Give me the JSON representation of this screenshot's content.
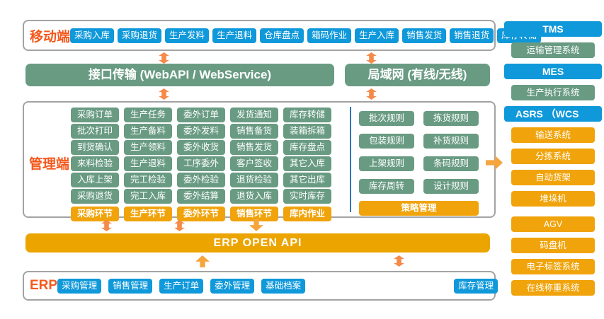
{
  "mobile": {
    "label": "移动端",
    "buttons": [
      "采购入库",
      "采购退货",
      "生产发料",
      "生产退料",
      "仓库盘点",
      "箱码作业",
      "生产入库",
      "销售发货",
      "销售退货",
      "库存转储"
    ]
  },
  "transport": {
    "api_bar": "接口传输 (WebAPI / WebService)",
    "lan_bar": "局域网 (有线/无线)"
  },
  "management": {
    "label": "管理端",
    "columns": [
      {
        "items": [
          "采购订单",
          "批次打印",
          "到货确认",
          "来料检验",
          "入库上架",
          "采购退货"
        ],
        "footer": "采购环节"
      },
      {
        "items": [
          "生产任务",
          "生产备料",
          "生产领料",
          "生产退料",
          "完工检验",
          "完工入库"
        ],
        "footer": "生产环节"
      },
      {
        "items": [
          "委外订单",
          "委外发料",
          "委外收货",
          "工序委外",
          "委外检验",
          "委外结算"
        ],
        "footer": "委外环节"
      },
      {
        "items": [
          "发货通知",
          "销售备货",
          "销售发货",
          "客户签收",
          "退货检验",
          "退货入库"
        ],
        "footer": "销售环节"
      },
      {
        "items": [
          "库存转储",
          "装箱拆箱",
          "库存盘点",
          "其它入库",
          "其它出库",
          "实时库存"
        ],
        "footer": "库内作业"
      }
    ],
    "rules": {
      "items": [
        "批次规则",
        "拣货规则",
        "包装规则",
        "补货规则",
        "上架规则",
        "条码规则",
        "库存周转",
        "设计规则"
      ],
      "footer": "策略管理"
    }
  },
  "erp_api_bar": "ERP  OPEN API",
  "erp": {
    "label": "ERP",
    "buttons": [
      "采购管理",
      "销售管理",
      "生产订单",
      "委外管理",
      "基础档案",
      "库存管理"
    ]
  },
  "sidebar": {
    "groups": [
      {
        "header": "TMS",
        "items": [
          "运输管理系统"
        ]
      },
      {
        "header": "MES",
        "items": [
          "生产执行系统"
        ]
      },
      {
        "header": "ASRS （WCS",
        "items": [
          "输送系统",
          "分拣系统",
          "自动货架",
          "堆垛机",
          "AGV",
          "码盘机",
          "电子标签系统",
          "在线称重系统"
        ]
      }
    ]
  },
  "colors": {
    "blue": "#0f98da",
    "green": "#699b83",
    "gold": "#f0a30a",
    "gold_bar": "#eca400",
    "accent_label": "#f5581d",
    "arrow_light": "#f58a4a",
    "arrow_solid": "#f6a53c",
    "divider_blue": "#2e74b5"
  }
}
